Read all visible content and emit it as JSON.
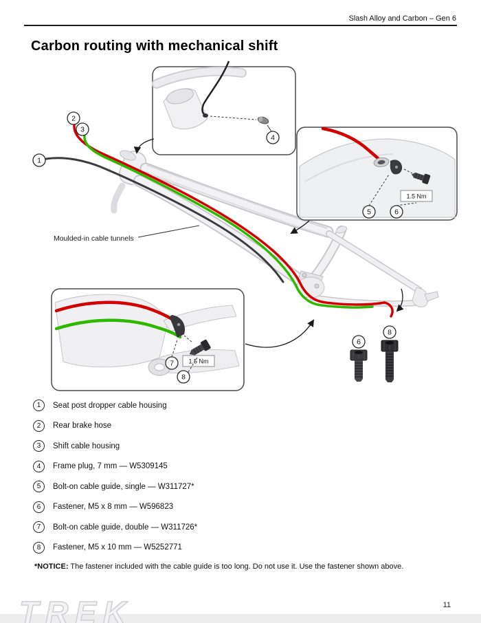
{
  "header": {
    "doc_title": "Slash Alloy and Carbon – Gen 6"
  },
  "page": {
    "title": "Carbon routing with mechanical shift",
    "number": "11",
    "brand": "TREK"
  },
  "diagram": {
    "tunnel_label": "Moulded-in cable tunnels",
    "torque_label": "1.5 Nm",
    "colors": {
      "cable_red": "#d40000",
      "cable_green": "#2fb800",
      "cable_dark": "#3c3c40",
      "frame_fill": "#f2f2f4",
      "frame_stroke": "#c6c6cb"
    }
  },
  "legend": {
    "items": [
      {
        "num": "1",
        "text": "Seat post dropper cable housing"
      },
      {
        "num": "2",
        "text": "Rear brake hose"
      },
      {
        "num": "3",
        "text": "Shift cable housing"
      },
      {
        "num": "4",
        "text": "Frame plug, 7 mm — W5309145"
      },
      {
        "num": "5",
        "text": "Bolt-on cable guide, single — W311727*"
      },
      {
        "num": "6",
        "text": "Fastener, M5 x 8 mm — W596823"
      },
      {
        "num": "7",
        "text": "Bolt-on cable guide, double — W311726*"
      },
      {
        "num": "8",
        "text": "Fastener, M5 x 10 mm — W5252771"
      }
    ]
  },
  "notice": {
    "label": "*NOTICE:",
    "text": " The fastener included with the cable guide is too long. Do not use it. Use the fastener shown above."
  }
}
